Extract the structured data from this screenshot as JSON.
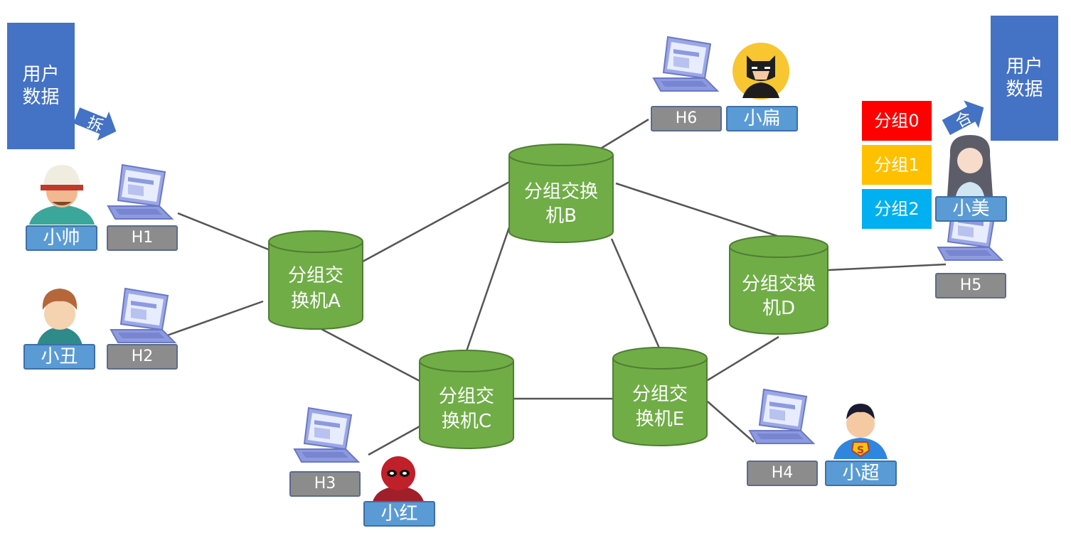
{
  "source_data": {
    "line1": "用户",
    "line2": "数据"
  },
  "split_label": "拆",
  "target_data": {
    "line1": "用户",
    "line2": "数据"
  },
  "merge_label": "合",
  "packets": [
    {
      "label": "分组0",
      "color": "#ff0000"
    },
    {
      "label": "分组1",
      "color": "#ffc000"
    },
    {
      "label": "分组2",
      "color": "#00b0f0"
    }
  ],
  "switches": {
    "A": {
      "line1": "分组交",
      "line2": "换机A"
    },
    "B": {
      "line1": "分组交换",
      "line2": "机B"
    },
    "C": {
      "line1": "分组交",
      "line2": "换机C"
    },
    "D": {
      "line1": "分组交换",
      "line2": "机D"
    },
    "E": {
      "line1": "分组交",
      "line2": "换机E"
    }
  },
  "hosts": {
    "H1": "H1",
    "H2": "H2",
    "H3": "H3",
    "H4": "H4",
    "H5": "H5",
    "H6": "H6"
  },
  "users": {
    "shuai": "小帅",
    "chou": "小丑",
    "hong": "小红",
    "chao": "小超",
    "bian": "小扁",
    "mei": "小美"
  },
  "colors": {
    "switch_fill": "#70ad47",
    "switch_stroke": "#507e32",
    "data_block": "#4472c4",
    "host_label": "#8c8c8c",
    "user_label": "#5b9bd5",
    "link": "#555555"
  }
}
